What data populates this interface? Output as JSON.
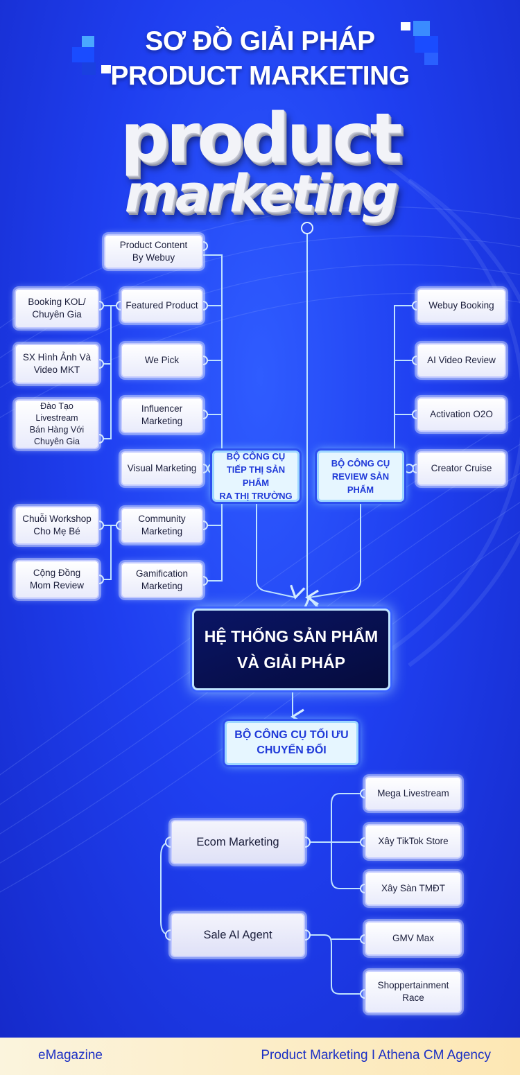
{
  "title": {
    "line1": "SƠ ĐỒ GIẢI PHÁP",
    "line2": "PRODUCT MARKETING"
  },
  "logo": {
    "word1": "product",
    "word2": "marketing"
  },
  "center": {
    "label": "HỆ THỐNG SẢN PHẨM\nVÀ GIẢI PHÁP"
  },
  "tools": {
    "market": "BỘ CÔNG CỤ\nTIẾP THỊ SẢN PHẨM\nRA THỊ TRƯỜNG",
    "review": "BỘ CÔNG CỤ\nREVIEW  SẢN PHẨM",
    "optimize": "BỘ CÔNG CỤ TỐI ƯU\nCHUYỂN ĐỔI"
  },
  "market_items": [
    "Product Content\nBy Webuy",
    "Featured Product",
    "We Pick",
    "Influencer\nMarketing",
    "Visual Marketing",
    "Community\nMarketing",
    "Gamification\nMarketing"
  ],
  "featured_subitems": [
    "Booking KOL/\nChuyên Gia",
    "SX Hình Ảnh Và\nVideo MKT",
    "Đào Tạo Livestream\nBán Hàng Với\nChuyên Gia"
  ],
  "community_subitems": [
    "Chuỗi Workshop\nCho Mẹ Bé",
    "Cộng Đồng\nMom Review"
  ],
  "review_items": [
    "Webuy Booking",
    "AI Video Review",
    "Activation O2O",
    "Creator Cruise"
  ],
  "optimize_items": [
    "Ecom Marketing",
    "Sale AI Agent"
  ],
  "ecom_subitems": [
    "Mega Livestream",
    "Xây TikTok Store",
    "Xây Sàn TMĐT"
  ],
  "sale_subitems": [
    "GMV Max",
    "Shoppertainment\nRace"
  ],
  "footer": {
    "left": "eMagazine",
    "right": "Product Marketing  I  Athena CM Agency"
  }
}
